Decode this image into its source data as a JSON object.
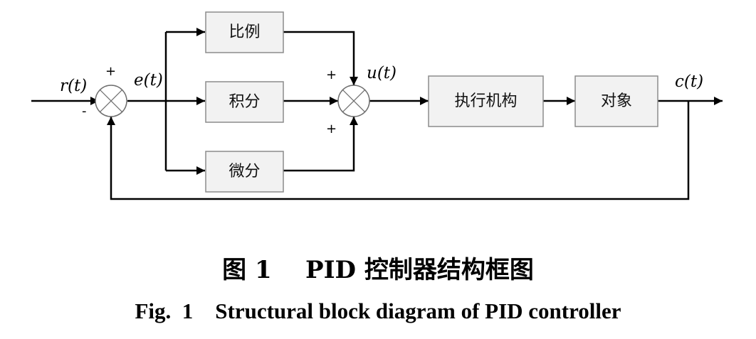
{
  "blocks": {
    "proportional": "比例",
    "integral": "积分",
    "derivative": "微分",
    "actuator": "执行机构",
    "plant": "对象"
  },
  "signals": {
    "reference": "r(t)",
    "error": "e(t)",
    "control": "u(t)",
    "output": "c(t)"
  },
  "signs": {
    "summer1_top": "+",
    "summer1_left": "-",
    "summer2_left": "+",
    "summer2_bottom": "+"
  },
  "caption": {
    "cn_label": "图 1",
    "cn_title": "PID 控制器结构框图",
    "en_label": "Fig.  1",
    "en_title": "Structural block diagram of PID controller"
  }
}
